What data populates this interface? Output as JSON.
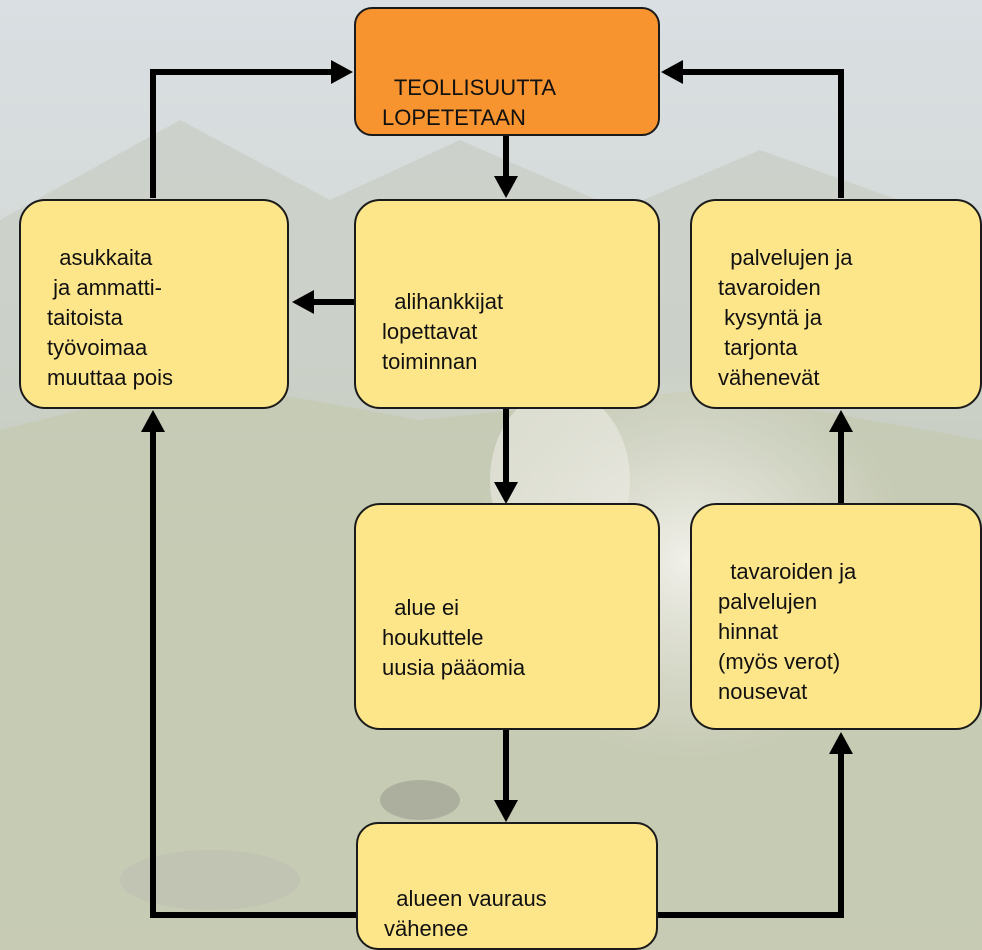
{
  "diagram": {
    "nodes": {
      "top": "TEOLLISUUTTA\nLOPETETAAN",
      "left": "asukkaita\n ja ammatti-\ntaitoista\ntyövoimaa\nmuuttaa pois",
      "center": "alihankkijat\nlopettavat\ntoiminnan",
      "right": "palvelujen ja\ntavaroiden\n kysyntä ja\n tarjonta\nvähenevät",
      "mid": "alue ei\nhoukuttele\nuusia pääomia",
      "right_low": "tavaroiden ja\npalvelujen\nhinnat\n(myös verot)\nnousevat",
      "bottom": "alueen vauraus\nvähenee"
    },
    "colors": {
      "box_fill": "#fde68a",
      "top_fill": "#f7942f",
      "border": "#1a1a1a",
      "arrow": "#000000"
    }
  }
}
